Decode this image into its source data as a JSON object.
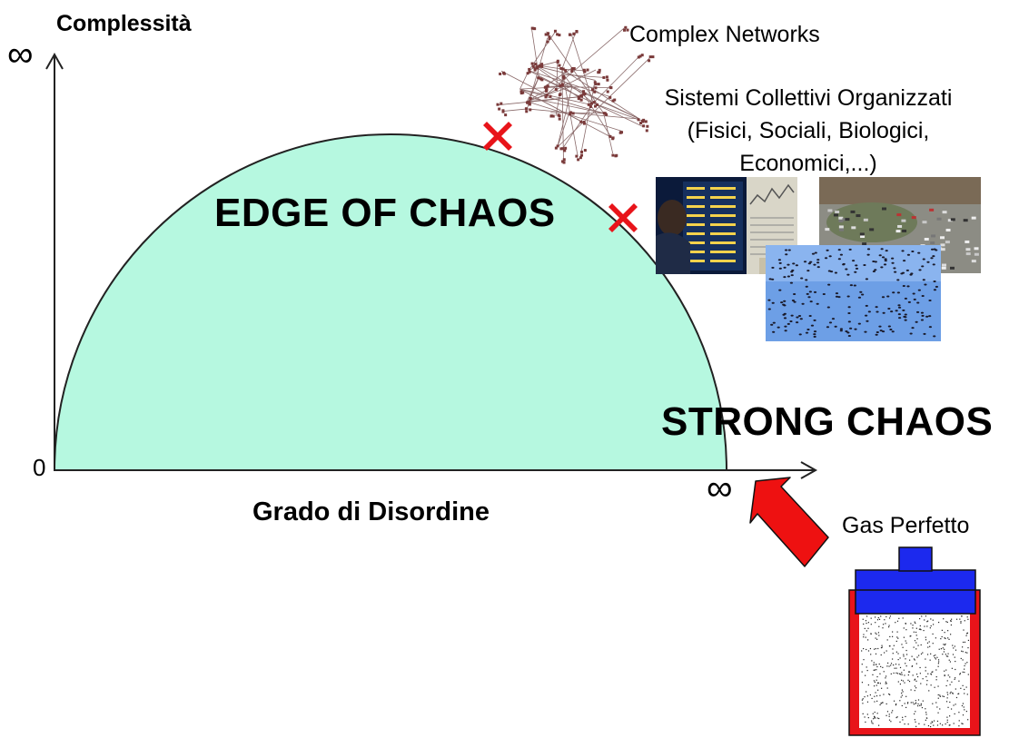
{
  "axes": {
    "y_label": "Complessità",
    "x_label": "Grado di Disordine",
    "y_max_symbol": "∞",
    "x_max_symbol": "∞",
    "origin_label": "0"
  },
  "regions": {
    "edge_of_chaos": "EDGE OF CHAOS",
    "strong_chaos": "STRONG CHAOS"
  },
  "annotations": {
    "complex_networks": "Complex Networks",
    "collective_systems": "Sistemi Collettivi Organizzati (Fisici, Sociali, Biologici, Economici,...)",
    "ideal_gas": "Gas Perfetto"
  },
  "colors": {
    "semicircle_fill": "#b6f8e0",
    "marker": "#e8141a",
    "arrow": "#ee1111",
    "piston": "#1c29ee",
    "container": "#e8141a"
  },
  "icons": [
    "cross-marker-icon",
    "big-arrow-icon",
    "gas-container-icon",
    "network-graph-icon"
  ]
}
